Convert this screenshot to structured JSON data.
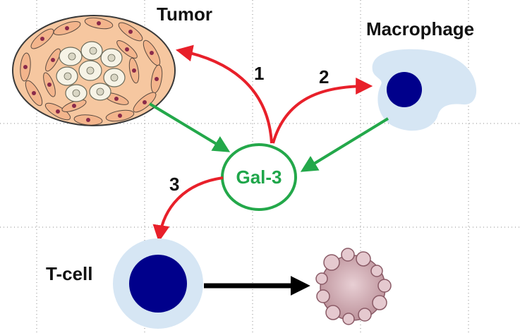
{
  "labels": {
    "tumor": "Tumor",
    "macrophage": "Macrophage",
    "tcell": "T-cell",
    "gal3": "Gal-3"
  },
  "arrows": {
    "n1": "1",
    "n2": "2",
    "n3": "3"
  },
  "colors": {
    "red_arrow": "#e8202a",
    "green_arrow": "#23a84a",
    "black_arrow": "#000000",
    "nucleus": "#00008b",
    "cell_halo": "#d6e6f4",
    "tumor_fill": "#f6c7a0",
    "apoptotic": "#c9a3ab"
  }
}
